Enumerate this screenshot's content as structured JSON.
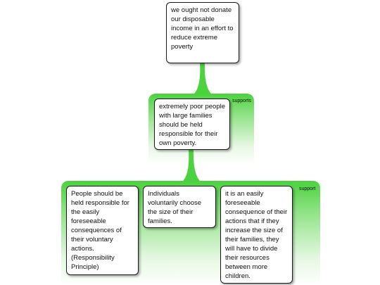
{
  "claim": "we ought not donate our disposable income in an effort to reduce extreme poverty",
  "level1": {
    "relation": "supports",
    "node": "extremely poor people with large families should be held responsible for their own poverty."
  },
  "level2": {
    "relation": "support",
    "nodes": [
      "People should be held responsible for the easily foreseeable consequences of their voluntary actions. (Responsibility Principle)",
      "Individuals voluntarily choose the size of their families.",
      "it is an easily foreseeable consequence of their actions that if they increase the size of their families, they will have to divide their resources between more children."
    ]
  },
  "colors": {
    "accent": "#4cd13f",
    "border": "#1a1a1a"
  }
}
